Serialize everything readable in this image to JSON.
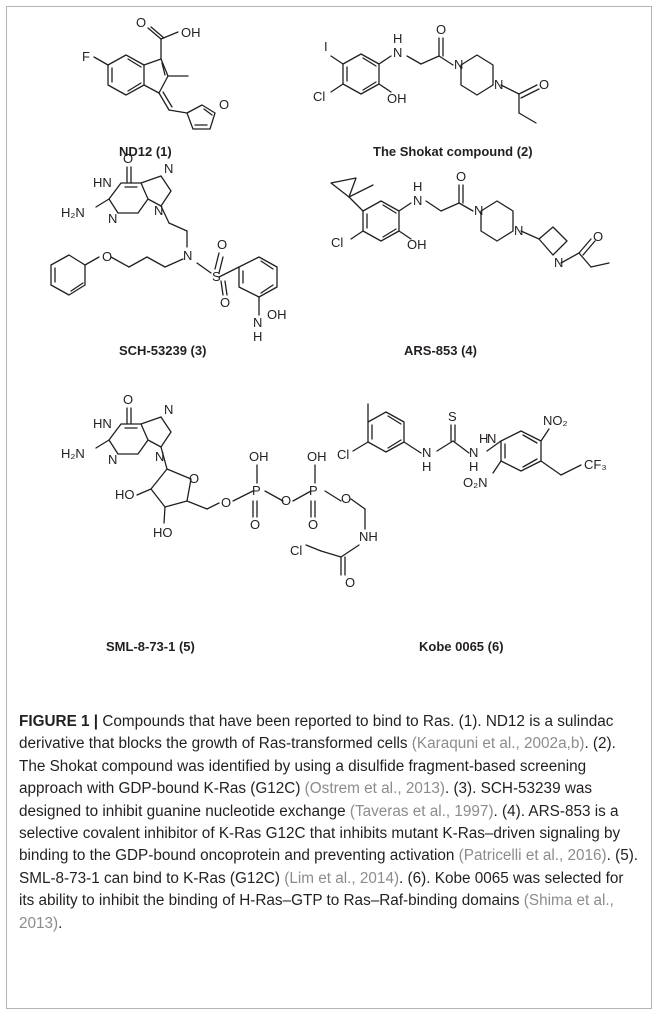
{
  "compounds": [
    {
      "id": "nd12",
      "name": "ND12 (1)"
    },
    {
      "id": "shokat",
      "name": "The Shokat compound (2)"
    },
    {
      "id": "sch53239",
      "name": "SCH-53239 (3)"
    },
    {
      "id": "ars853",
      "name": "ARS-853 (4)"
    },
    {
      "id": "sml8731",
      "name": "SML-8-73-1 (5)"
    },
    {
      "id": "kobe0065",
      "name": "Kobe 0065 (6)"
    }
  ],
  "atoms": {
    "O": "O",
    "OH": "OH",
    "F": "F",
    "I": "I",
    "Cl": "Cl",
    "N": "N",
    "H": "H",
    "NH": "NH",
    "HN": "HN",
    "H2N": "H₂N",
    "S": "S",
    "P": "P",
    "HO": "HO",
    "NO2": "NO₂",
    "O2N": "O₂N",
    "CF3": "CF₃"
  },
  "caption": {
    "label": "FIGURE 1 |",
    "segments": [
      {
        "text": " Compounds that have been reported to bind to Ras. (1). ND12 is a sulindac derivative that blocks the growth of Ras-transformed cells ",
        "ref": false
      },
      {
        "text": "(Karaquni et al., 2002a,b)",
        "ref": true
      },
      {
        "text": ". (2). The Shokat compound was identified by using a disulfide fragment-based screening approach with GDP-bound K-Ras (G12C) ",
        "ref": false
      },
      {
        "text": "(Ostrem et al., 2013)",
        "ref": true
      },
      {
        "text": ". (3). SCH-53239 was designed to inhibit guanine nucleotide exchange ",
        "ref": false
      },
      {
        "text": "(Taveras et al., 1997)",
        "ref": true
      },
      {
        "text": ". (4). ARS-853 is a selective covalent inhibitor of K-Ras G12C that inhibits mutant K-Ras–driven signaling by binding to the GDP-bound oncoprotein and preventing activation ",
        "ref": false
      },
      {
        "text": "(Patricelli et al., 2016)",
        "ref": true
      },
      {
        "text": ". (5). SML-8-73-1 can bind to K-Ras (G12C) ",
        "ref": false
      },
      {
        "text": "(Lim et al., 2014)",
        "ref": true
      },
      {
        "text": ". (6). Kobe 0065 was selected for its ability to inhibit the binding of H-Ras–GTP to Ras–Raf-binding domains ",
        "ref": false
      },
      {
        "text": "(Shima et al., 2013)",
        "ref": true
      },
      {
        "text": ".",
        "ref": false
      }
    ]
  },
  "colors": {
    "border": "#b4b4b4",
    "reference": "#8c8c8c",
    "ink": "#231f20"
  }
}
